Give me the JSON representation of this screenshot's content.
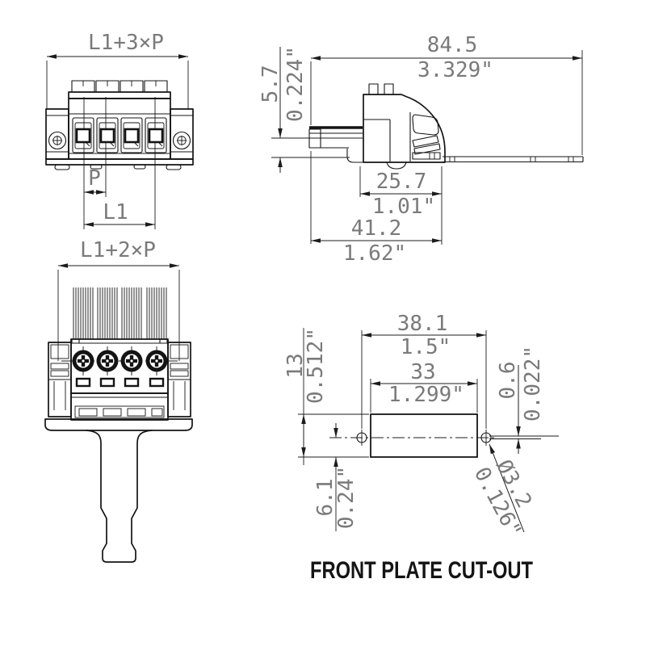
{
  "page": {
    "background": "#ffffff",
    "line_color": "#141414",
    "dim_text_color": "#7a7a7a"
  },
  "front_view": {
    "overall": "L1+3×P",
    "pitch": "P",
    "span": "L1"
  },
  "side_view": {
    "overall_mm": "84.5",
    "overall_in": "3.329\"",
    "pin_height_mm": "5.7",
    "pin_height_in": "0.224\"",
    "body_depth_mm": "25.7",
    "body_depth_in": "1.01\"",
    "total_depth_mm": "41.2",
    "total_depth_in": "1.62\""
  },
  "plug_view": {
    "overall": "L1+2×P"
  },
  "cutout_view": {
    "title": "FRONT PLATE CUT-OUT",
    "hole_spacing_mm": "38.1",
    "hole_spacing_in": "1.5\"",
    "cutout_width_mm": "33",
    "cutout_width_in": "1.299\"",
    "cutout_height_mm": "13",
    "cutout_height_in": "0.512\"",
    "hole_offset_mm": "0.6",
    "hole_offset_in": "0.022\"",
    "center_height_mm": "6.1",
    "center_height_in": "0.24\"",
    "hole_diameter_mm": "Ø3.2",
    "hole_diameter_in": "0.126\""
  }
}
